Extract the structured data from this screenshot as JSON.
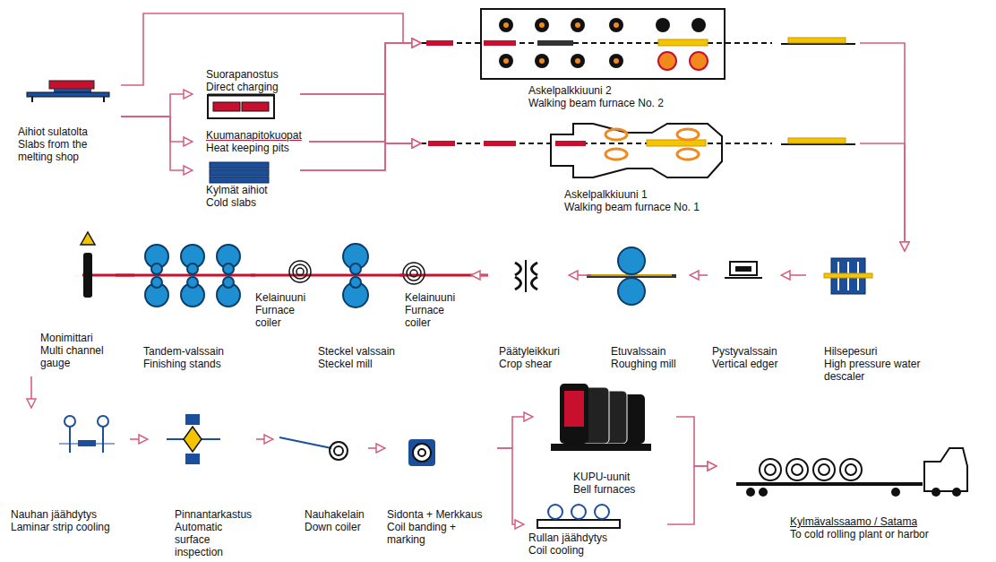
{
  "diagram": {
    "nodes": [
      {
        "text": [
          "Aihiot sulatolta",
          "Slabs from the melting shop"
        ]
      },
      {
        "text": [
          "Suorapanostus",
          "Direct charging"
        ]
      },
      {
        "text": [
          "Kuumanapitokuopat",
          "Heat keeping pits"
        ]
      },
      {
        "text": [
          "Kylmät aihiot",
          "Cold slabs"
        ]
      },
      {
        "text": [
          "Askelpalkkiuuni 2",
          "Walking beam furnace No. 2"
        ]
      },
      {
        "text": [
          "Askelpalkkiuuni 1",
          "Walking beam furnace No. 1"
        ]
      },
      {
        "text": [
          "Hilsepesuri",
          "High pressure water descaler"
        ]
      },
      {
        "text": [
          "Pystyvalssain",
          "Vertical edger"
        ]
      },
      {
        "text": [
          "Etuvalssain",
          "Roughing mill"
        ]
      },
      {
        "text": [
          "Päätyleikkuri",
          "Crop shear"
        ]
      },
      {
        "text": [
          "Kelainuuni",
          "Furnace coiler"
        ]
      },
      {
        "text": [
          "Steckel valssain",
          "Steckel mill"
        ]
      },
      {
        "text": [
          "Kelainuuni",
          "Furnace coiler"
        ]
      },
      {
        "text": [
          "Tandem-valssain",
          "Finishing stands"
        ]
      },
      {
        "text": [
          "Monimittari",
          "Multi channel gauge"
        ]
      },
      {
        "text": [
          "Nauhan jäähdytys",
          "Laminar strip cooling"
        ]
      },
      {
        "text": [
          "Pinnantarkastus",
          "Automatic surface inspection"
        ]
      },
      {
        "text": [
          "Nauhakelain",
          "Down coiler"
        ]
      },
      {
        "text": [
          "Sidonta + Merkkaus",
          "Coil banding + marking"
        ]
      },
      {
        "text": [
          "KUPU-uunit",
          "Bell furnaces"
        ]
      },
      {
        "text": [
          "Rullan jäähdytys",
          "Coil cooling"
        ]
      },
      {
        "text": [
          "Kylmävalssaamo / Satama",
          "To cold rolling plant or harbor"
        ]
      }
    ],
    "edges": [
      {
        "from": 0,
        "to": 4,
        "arrow": "to"
      },
      {
        "from": 0,
        "to": 1,
        "arrow": "to"
      },
      {
        "from": 0,
        "to": 2,
        "arrow": "to"
      },
      {
        "from": 0,
        "to": 3,
        "arrow": "to"
      },
      {
        "from": 1,
        "to": 4,
        "arrow": "to"
      },
      {
        "from": 1,
        "to": 5,
        "arrow": "to"
      },
      {
        "from": 2,
        "to": 4,
        "arrow": "to"
      },
      {
        "from": 2,
        "to": 5,
        "arrow": "to"
      },
      {
        "from": 3,
        "to": 4,
        "arrow": "to"
      },
      {
        "from": 3,
        "to": 5,
        "arrow": "to"
      },
      {
        "from": 4,
        "to": 6,
        "arrow": "to"
      },
      {
        "from": 5,
        "to": 6,
        "arrow": "to"
      },
      {
        "from": 6,
        "to": 7,
        "arrow": "to"
      },
      {
        "from": 7,
        "to": 8,
        "arrow": "to"
      },
      {
        "from": 8,
        "to": 9,
        "arrow": "to"
      },
      {
        "from": 9,
        "to": 12,
        "arrow": "to"
      },
      {
        "from": 12,
        "to": 11,
        "arrow": "none"
      },
      {
        "from": 11,
        "to": 10,
        "arrow": "none"
      },
      {
        "from": 10,
        "to": 13,
        "arrow": "none"
      },
      {
        "from": 13,
        "to": 14,
        "arrow": "none"
      },
      {
        "from": 14,
        "to": 15,
        "arrow": "to"
      },
      {
        "from": 15,
        "to": 16,
        "arrow": "to"
      },
      {
        "from": 16,
        "to": 17,
        "arrow": "to"
      },
      {
        "from": 17,
        "to": 18,
        "arrow": "to"
      },
      {
        "from": 18,
        "to": 19,
        "arrow": "to"
      },
      {
        "from": 18,
        "to": 20,
        "arrow": "to"
      },
      {
        "from": 19,
        "to": 21,
        "arrow": "to"
      },
      {
        "from": 20,
        "to": 21,
        "arrow": "to"
      }
    ]
  }
}
